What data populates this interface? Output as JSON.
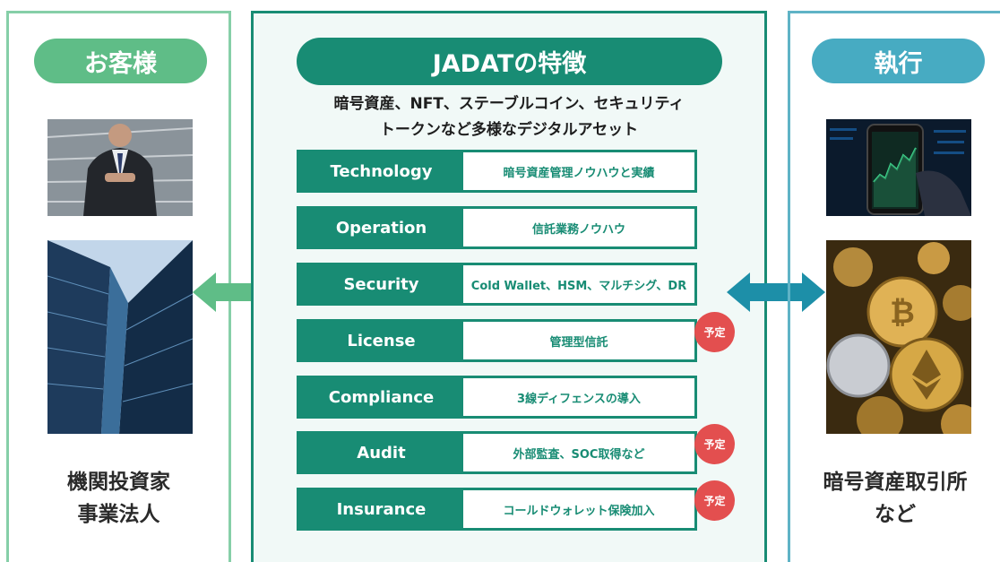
{
  "customer": {
    "title": "お客様",
    "caption_lines": [
      "機関投資家",
      "事業法人"
    ]
  },
  "center": {
    "title": "JADATの特徴",
    "intro_lines": [
      "暗号資産、NFT、ステーブルコイン、セキュリティ",
      "トークンなど多様なデジタルアセット"
    ],
    "features": [
      {
        "label": "Technology",
        "desc": "暗号資産管理ノウハウと実績",
        "badge": ""
      },
      {
        "label": "Operation",
        "desc": "信託業務ノウハウ",
        "badge": ""
      },
      {
        "label": "Security",
        "desc": "Cold Wallet、HSM、マルチシグ、DR",
        "badge": ""
      },
      {
        "label": "License",
        "desc": "管理型信託",
        "badge": "予定"
      },
      {
        "label": "Compliance",
        "desc": "3線ディフェンスの導入",
        "badge": ""
      },
      {
        "label": "Audit",
        "desc": "外部監査、SOC取得など",
        "badge": "予定"
      },
      {
        "label": "Insurance",
        "desc": "コールドウォレット保険加入",
        "badge": "予定"
      }
    ]
  },
  "execution": {
    "title": "執行",
    "caption_lines": [
      "暗号資産取引所",
      "など"
    ]
  },
  "colors": {
    "primary": "#188c74",
    "customer_accent": "#5fbd87",
    "execution_accent": "#47abc2",
    "badge": "#e34f4f"
  },
  "icons": [
    "double-arrow-icon",
    "double-arrow-icon"
  ]
}
